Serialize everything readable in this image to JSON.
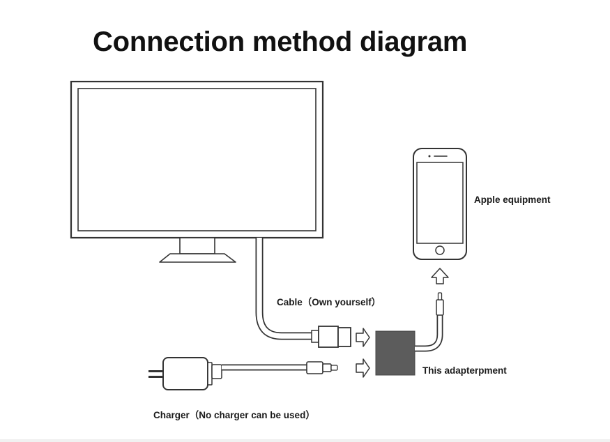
{
  "title": "Connection method diagram",
  "labels": {
    "apple_equipment": "Apple equipment",
    "cable": "Cable（Own yourself）",
    "adapter": "This adapterpment",
    "charger": "Charger（No charger can be used）"
  },
  "colors": {
    "stroke": "#333333",
    "adapter_fill": "#5c5c5c",
    "cable_fill": "#ffffff"
  },
  "icons": [
    "monitor-icon",
    "phone-icon",
    "adapter-icon",
    "charger-icon",
    "hdmi-plug-icon",
    "lightning-plug-icon",
    "arrow-right-icon",
    "arrow-up-icon"
  ]
}
